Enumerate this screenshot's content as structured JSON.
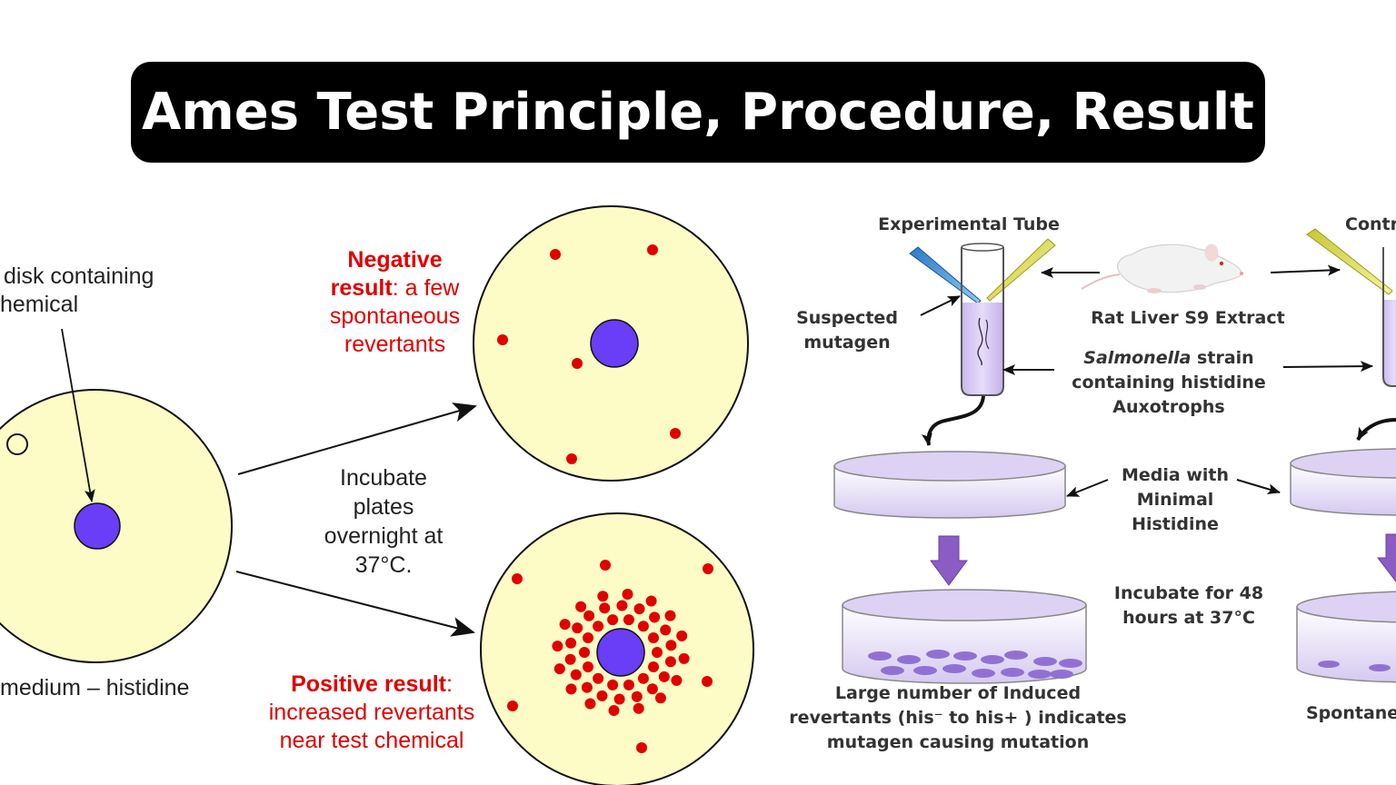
{
  "title": "Ames Test Principle, Procedure, Result",
  "left_panel": {
    "disk_label_line1": "disk containing",
    "disk_label_line2": "hemical",
    "medium_label": "medium – histidine",
    "incubate_line1": "Incubate",
    "incubate_line2": "plates",
    "incubate_line3": "overnight at",
    "incubate_line4": "37°C.",
    "negative_bold1": "Negative",
    "negative_bold2": "result",
    "negative_rest2": ": a few",
    "negative_line3": "spontaneous",
    "negative_line4": "revertants",
    "positive_bold": "Positive result",
    "positive_rest1": ":",
    "positive_line2": "increased revertants",
    "positive_line3": "near test chemical"
  },
  "right_panel": {
    "experimental_tube": "Experimental Tube",
    "control_tube_partial": "Contr",
    "suspected_line1": "Suspected",
    "suspected_line2": "mutagen",
    "rat_liver": "Rat Liver S9 Extract",
    "salmonella_italic": "Salmonella",
    "salmonella_rest": " strain",
    "salmonella_line2": "containing histidine",
    "salmonella_line3": "Auxotrophs",
    "media_line1": "Media with",
    "media_line2": "Minimal",
    "media_line3": "Histidine",
    "incubate_line1": "Incubate for 48",
    "incubate_line2": "hours at 37°C",
    "large_line1": "Large number of Induced",
    "large_line2": "revertants (his⁻ to his+ ) indicates",
    "large_line3": "mutagen causing mutation",
    "spontaneous_partial": "Spontane"
  },
  "colors": {
    "plate_fill": "#fdfcc6",
    "disk": "#6a3df7",
    "colony_red": "#e00000",
    "medium_lavender": "#dcd3f3",
    "arrow_purple": "#8a5cc4",
    "colony_purple": "#9071d3"
  }
}
